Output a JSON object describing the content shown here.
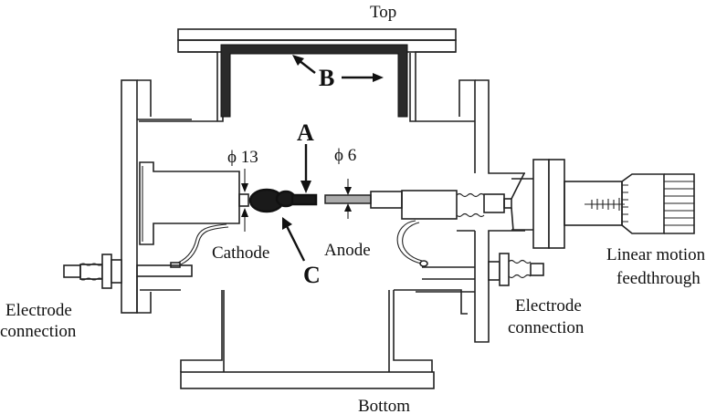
{
  "figure": {
    "labels": {
      "top": "Top",
      "bottom": "Bottom",
      "marker_a": "A",
      "marker_b": "B",
      "marker_c": "C",
      "cathode": "Cathode",
      "anode": "Anode",
      "cathode_diameter": "ϕ 13",
      "anode_diameter": "ϕ 6",
      "electrode_left_line1": "Electrode",
      "electrode_left_line2": "connection",
      "electrode_right_line1": "Electrode",
      "electrode_right_line2": "connection",
      "feedthrough_line1": "Linear motion",
      "feedthrough_line2": "feedthrough"
    },
    "colors": {
      "line": "#222222",
      "deposit": "#1a1a1a",
      "background": "#ffffff"
    }
  }
}
